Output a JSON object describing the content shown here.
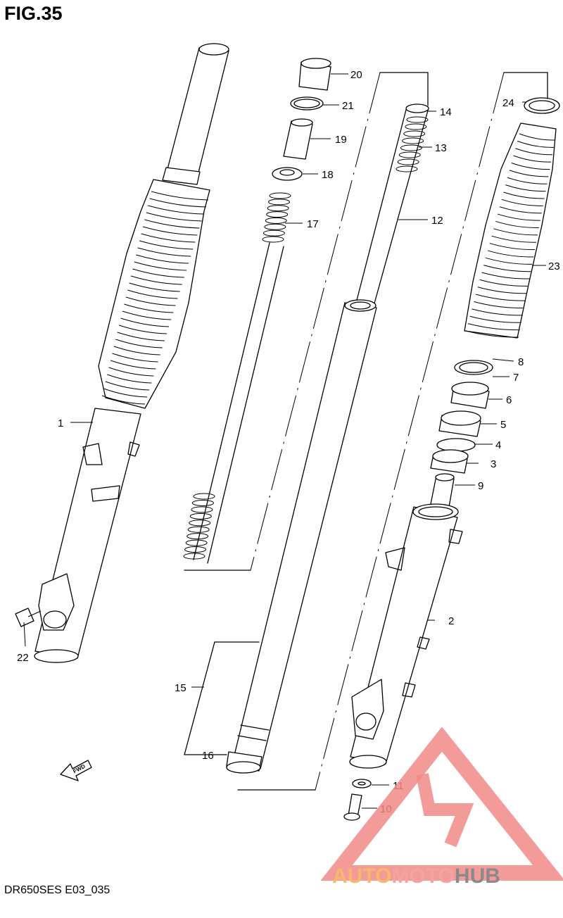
{
  "figure": {
    "title": "FIG.35",
    "footer_code": "DR650SES E03_035"
  },
  "callouts": [
    {
      "id": "1",
      "label": "1"
    },
    {
      "id": "2",
      "label": "2"
    },
    {
      "id": "3",
      "label": "3"
    },
    {
      "id": "4",
      "label": "4"
    },
    {
      "id": "5",
      "label": "5"
    },
    {
      "id": "6",
      "label": "6"
    },
    {
      "id": "7",
      "label": "7"
    },
    {
      "id": "8",
      "label": "8"
    },
    {
      "id": "9",
      "label": "9"
    },
    {
      "id": "10",
      "label": "10"
    },
    {
      "id": "11",
      "label": "11"
    },
    {
      "id": "12",
      "label": "12"
    },
    {
      "id": "13",
      "label": "13"
    },
    {
      "id": "14",
      "label": "14"
    },
    {
      "id": "15",
      "label": "15"
    },
    {
      "id": "16",
      "label": "16"
    },
    {
      "id": "17",
      "label": "17"
    },
    {
      "id": "18",
      "label": "18"
    },
    {
      "id": "19",
      "label": "19"
    },
    {
      "id": "20",
      "label": "20"
    },
    {
      "id": "21",
      "label": "21"
    },
    {
      "id": "22",
      "label": "22"
    },
    {
      "id": "23",
      "label": "23"
    },
    {
      "id": "24",
      "label": "24"
    }
  ],
  "direction_marker": "FWD",
  "watermark": {
    "part1": "AUTO",
    "part2": "MOTO",
    "part3": "HUB",
    "colors": {
      "part1": "#f6b86a",
      "part2": "#f3a3a0",
      "part3": "#8a8a8a",
      "triangle": "#f08a86"
    }
  }
}
